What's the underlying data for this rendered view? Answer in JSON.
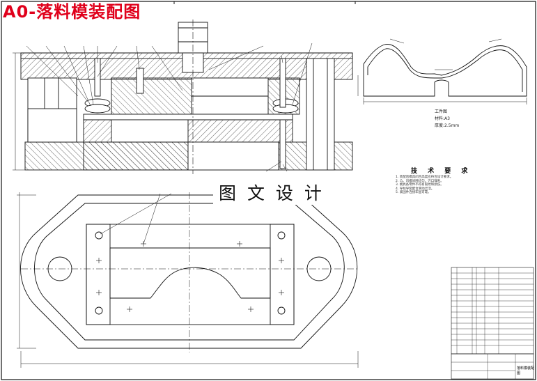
{
  "title": "A0-落料模装配图",
  "watermark": "图 文 设 计",
  "part": {
    "caption_lines": [
      "工件图",
      "材料:A3",
      "厚度:2.5mm"
    ]
  },
  "tech_requirements": {
    "title": "技 术 要 求",
    "notes": [
      "1. 装配后模具闭合高度应符合设计要求。",
      "2. 凸、凹模间隙均匀，刃口锋利。",
      "3. 模具各零件不得有裂纹和损伤。",
      "4. 导柱导套配合滑动灵活。",
      "5. 紧固件连接牢固可靠。"
    ]
  },
  "title_block": {
    "drawing_name": "落料模装配图"
  },
  "colors": {
    "title_red": "#e0001b",
    "line": "#111111",
    "hatch": "#444444"
  }
}
